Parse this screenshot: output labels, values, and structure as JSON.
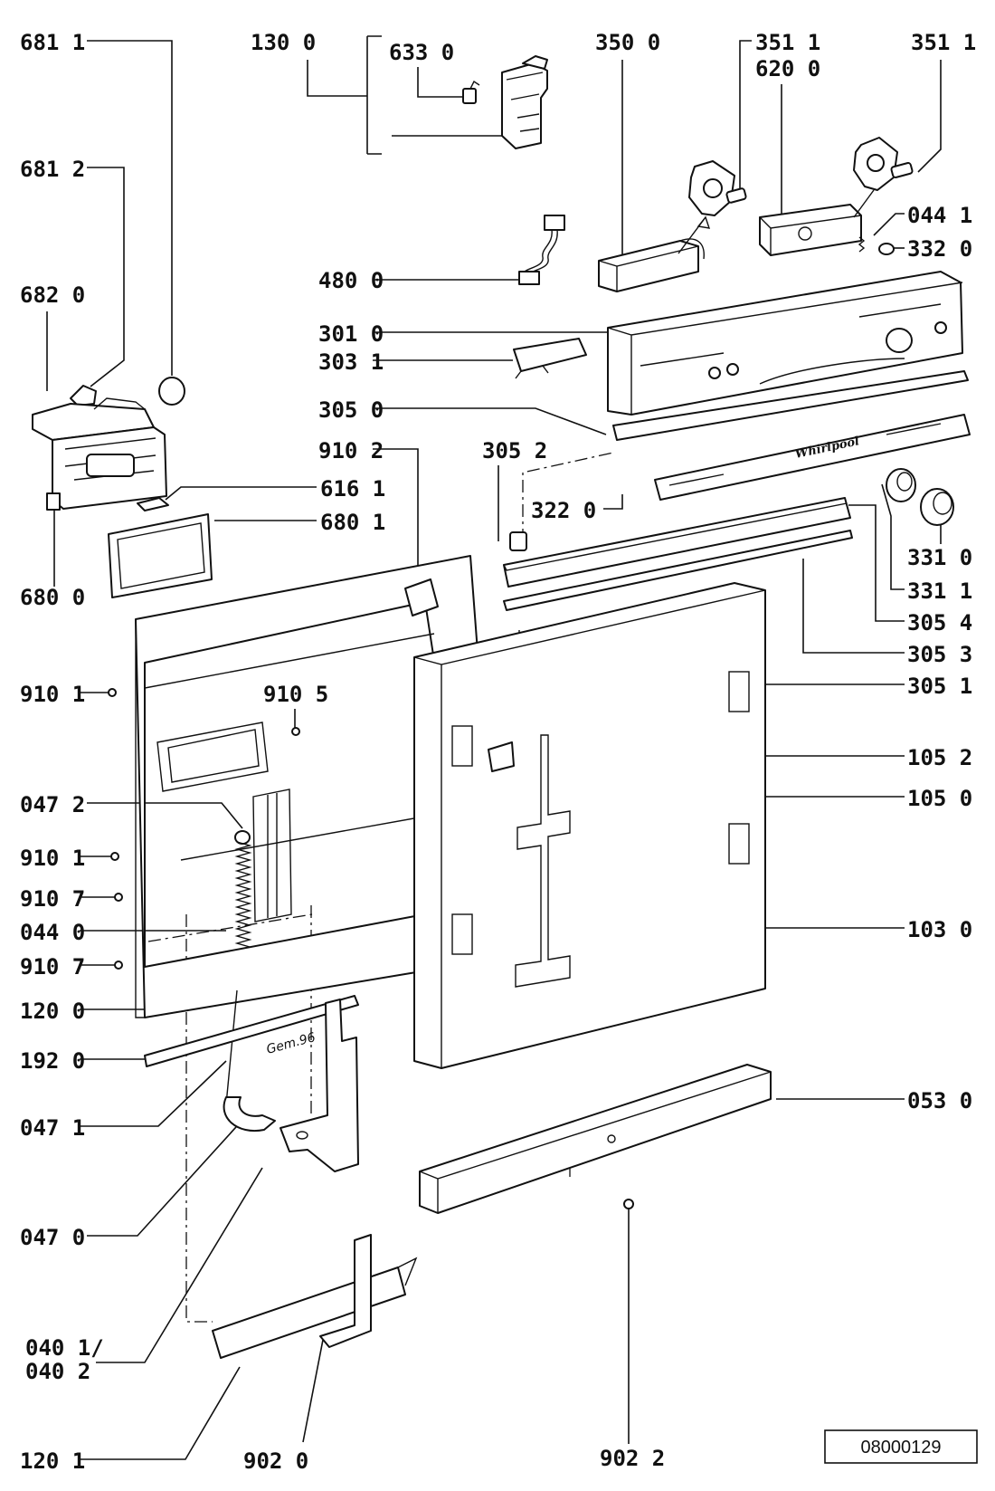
{
  "labels": {
    "l681_1": "681 1",
    "l681_2": "681 2",
    "l682_0": "682 0",
    "l680_0": "680 0",
    "l130_0": "130 0",
    "l633_0": "633 0",
    "l350_0": "350 0",
    "l351_1a": "351 1",
    "l620_0": "620 0",
    "l351_1b": "351 1",
    "l044_1": "044 1",
    "l332_0": "332 0",
    "l480_0": "480 0",
    "l301_0": "301 0",
    "l303_1": "303 1",
    "l305_0": "305 0",
    "l910_2": "910 2",
    "l305_2": "305 2",
    "l616_1": "616 1",
    "l680_1": "680 1",
    "l322_0": "322 0",
    "l331_0": "331 0",
    "l331_1": "331 1",
    "l305_4": "305 4",
    "l305_3": "305 3",
    "l305_1": "305 1",
    "l910_1a": "910 1",
    "l910_5": "910 5",
    "l105_2": "105 2",
    "l105_0": "105 0",
    "l047_2": "047 2",
    "l910_1b": "910 1",
    "l910_7a": "910 7",
    "l044_0": "044 0",
    "l910_7b": "910 7",
    "l103_0": "103 0",
    "l120_0": "120 0",
    "l192_0": "192 0",
    "l047_1": "047 1",
    "l053_0": "053 0",
    "l047_0": "047 0",
    "l040_1": "040 1/",
    "l040_2": "040 2",
    "l120_1": "120 1",
    "l902_0": "902 0",
    "l902_2": "902 2"
  },
  "brand_text": "Whirlpool",
  "stamp_text": "Gem.96",
  "doc_number": "08000129"
}
